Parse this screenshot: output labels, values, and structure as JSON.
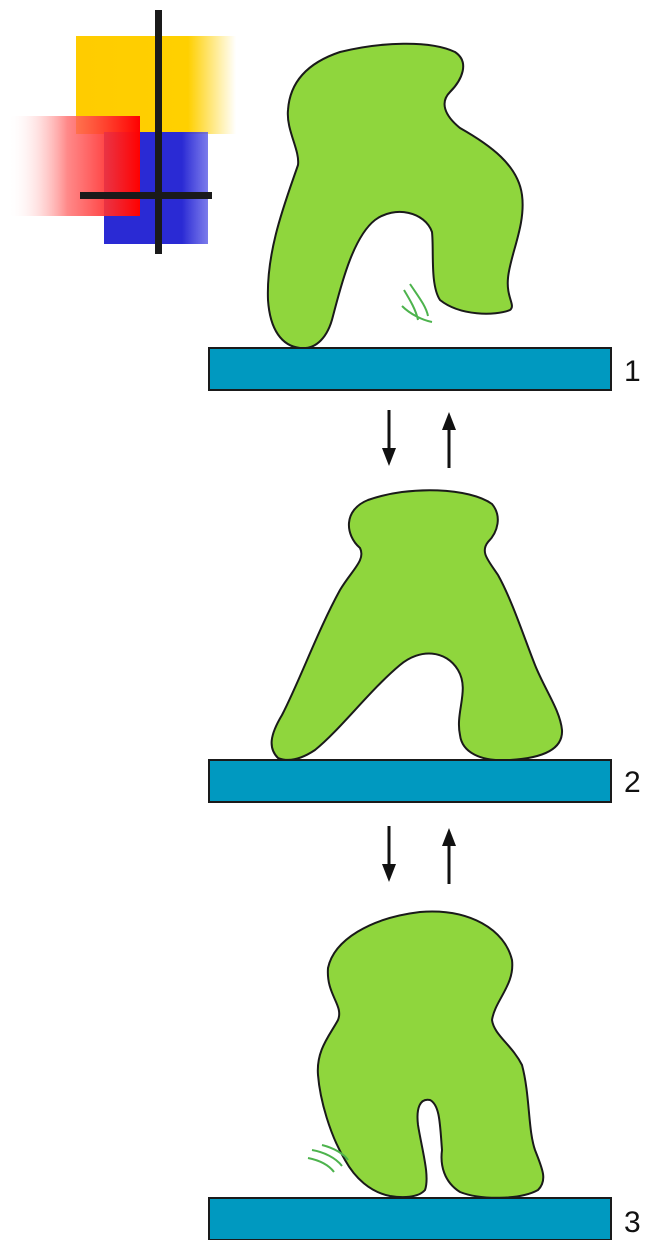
{
  "colors": {
    "protein_fill": "#8fd63d",
    "protein_stroke": "#1a1a1a",
    "membrane_fill": "#0099c0",
    "membrane_stroke": "#1a1a1a",
    "arrow": "#111111",
    "motion_marks": "#4db34d",
    "deco_yellow": "#ffcc00",
    "deco_red": "#ff1a1a",
    "deco_blue": "#2a2ad4",
    "deco_lines": "#1a1a1a"
  },
  "steps": [
    {
      "label": "1"
    },
    {
      "label": "2"
    },
    {
      "label": "3"
    }
  ]
}
